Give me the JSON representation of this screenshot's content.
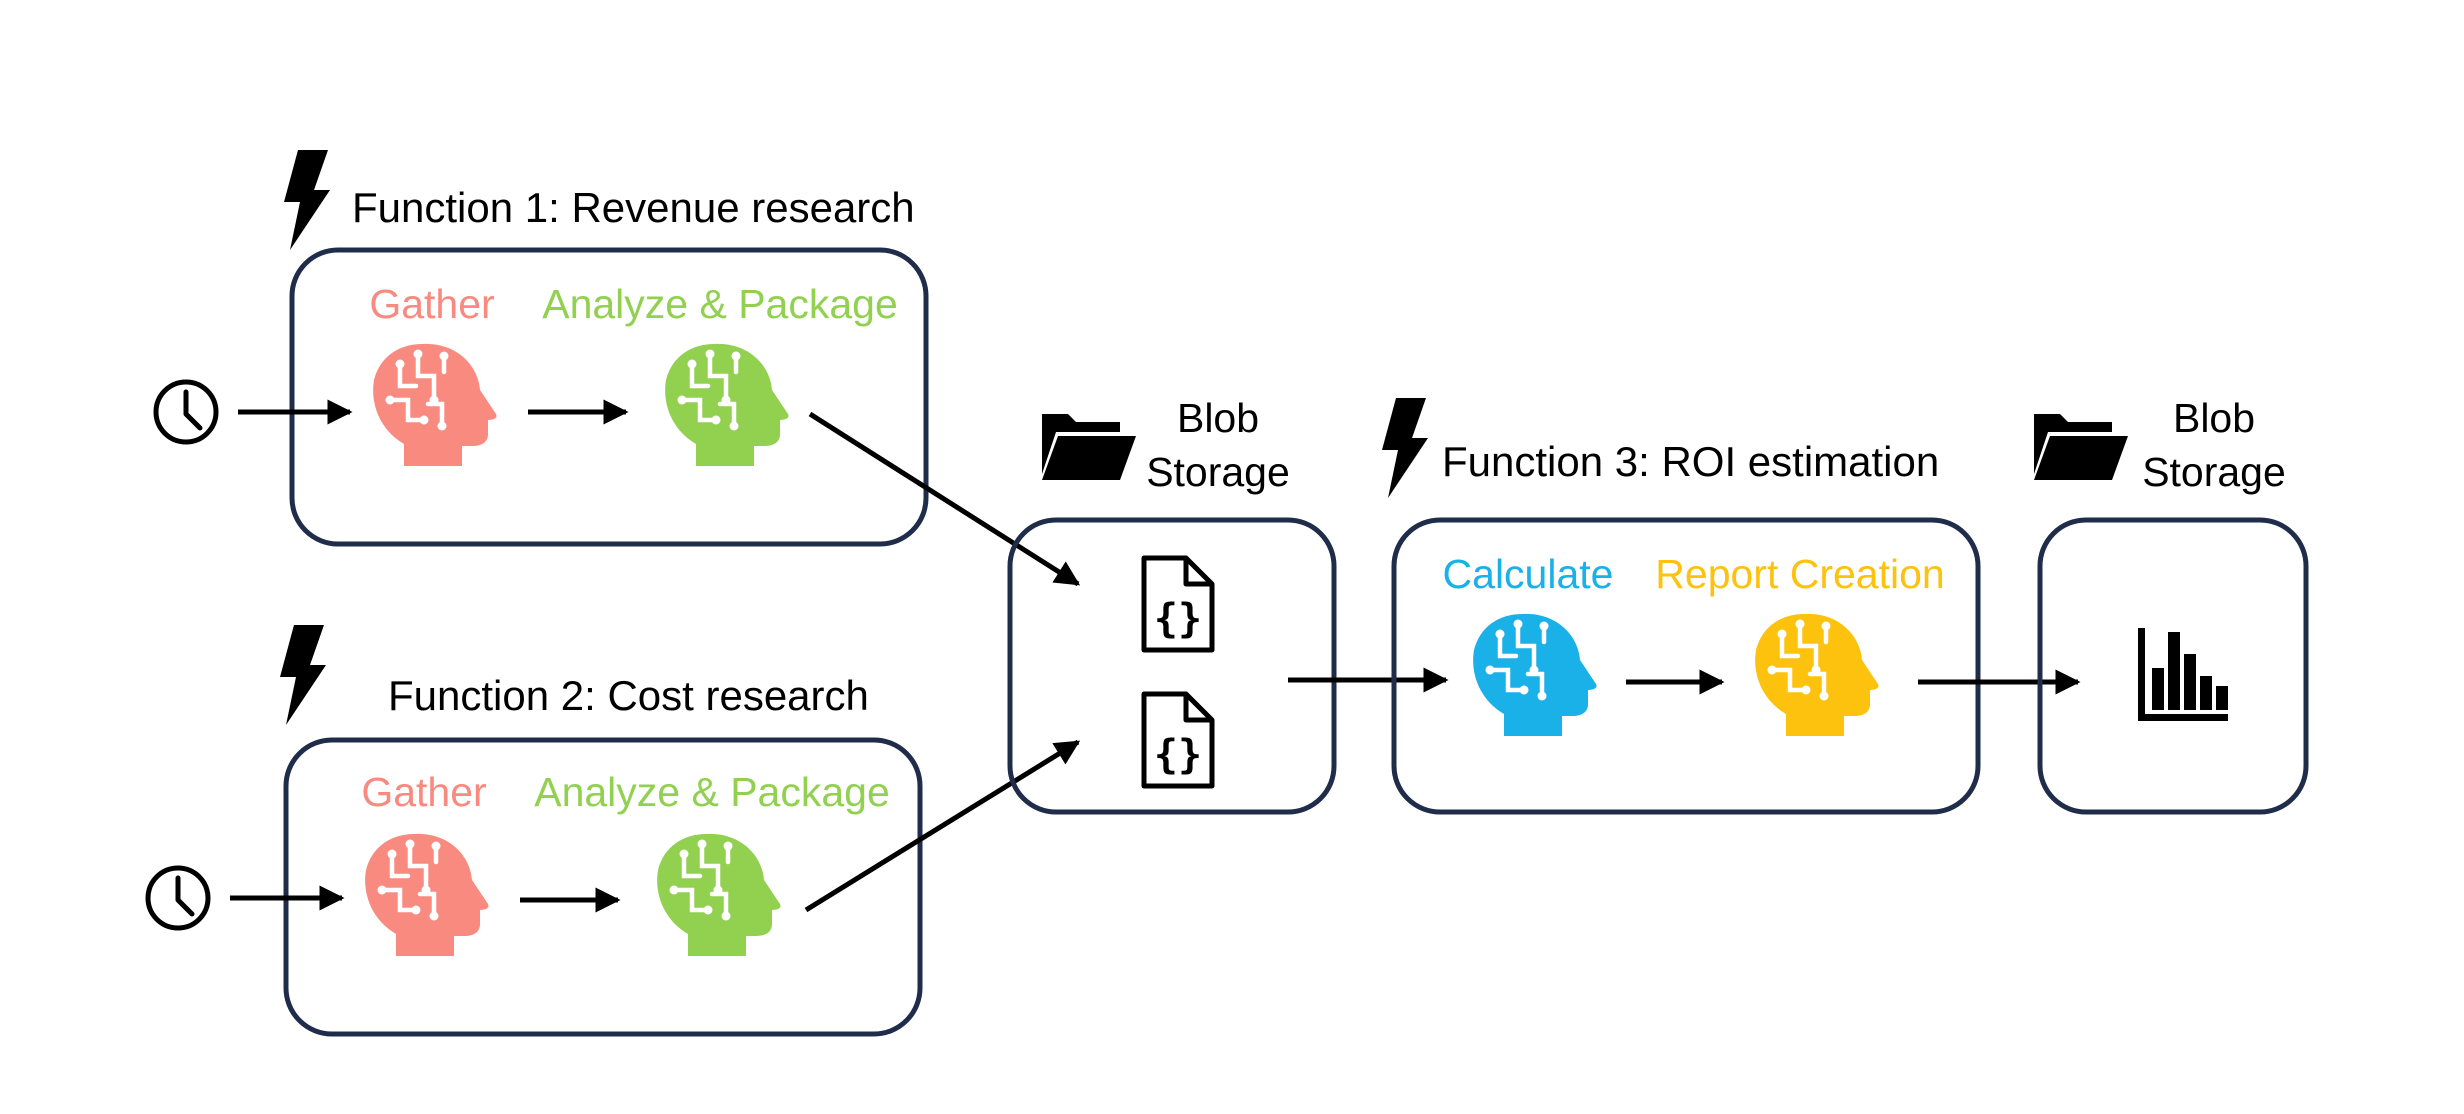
{
  "function1": {
    "title": "Function 1: Revenue research",
    "step1": "Gather",
    "step2": "Analyze & Package"
  },
  "function2": {
    "title": "Function 2: Cost research",
    "step1": "Gather",
    "step2": "Analyze & Package"
  },
  "storage1": {
    "line1": "Blob",
    "line2": "Storage"
  },
  "function3": {
    "title": "Function 3: ROI estimation",
    "step1": "Calculate",
    "step2": "Report Creation"
  },
  "storage2": {
    "line1": "Blob",
    "line2": "Storage"
  },
  "colors": {
    "box_border": "#1f2d4a",
    "gather": "#f88a80",
    "analyze": "#92d050",
    "calculate": "#1ab0e8",
    "report": "#fcc20d",
    "ink": "#000000"
  }
}
